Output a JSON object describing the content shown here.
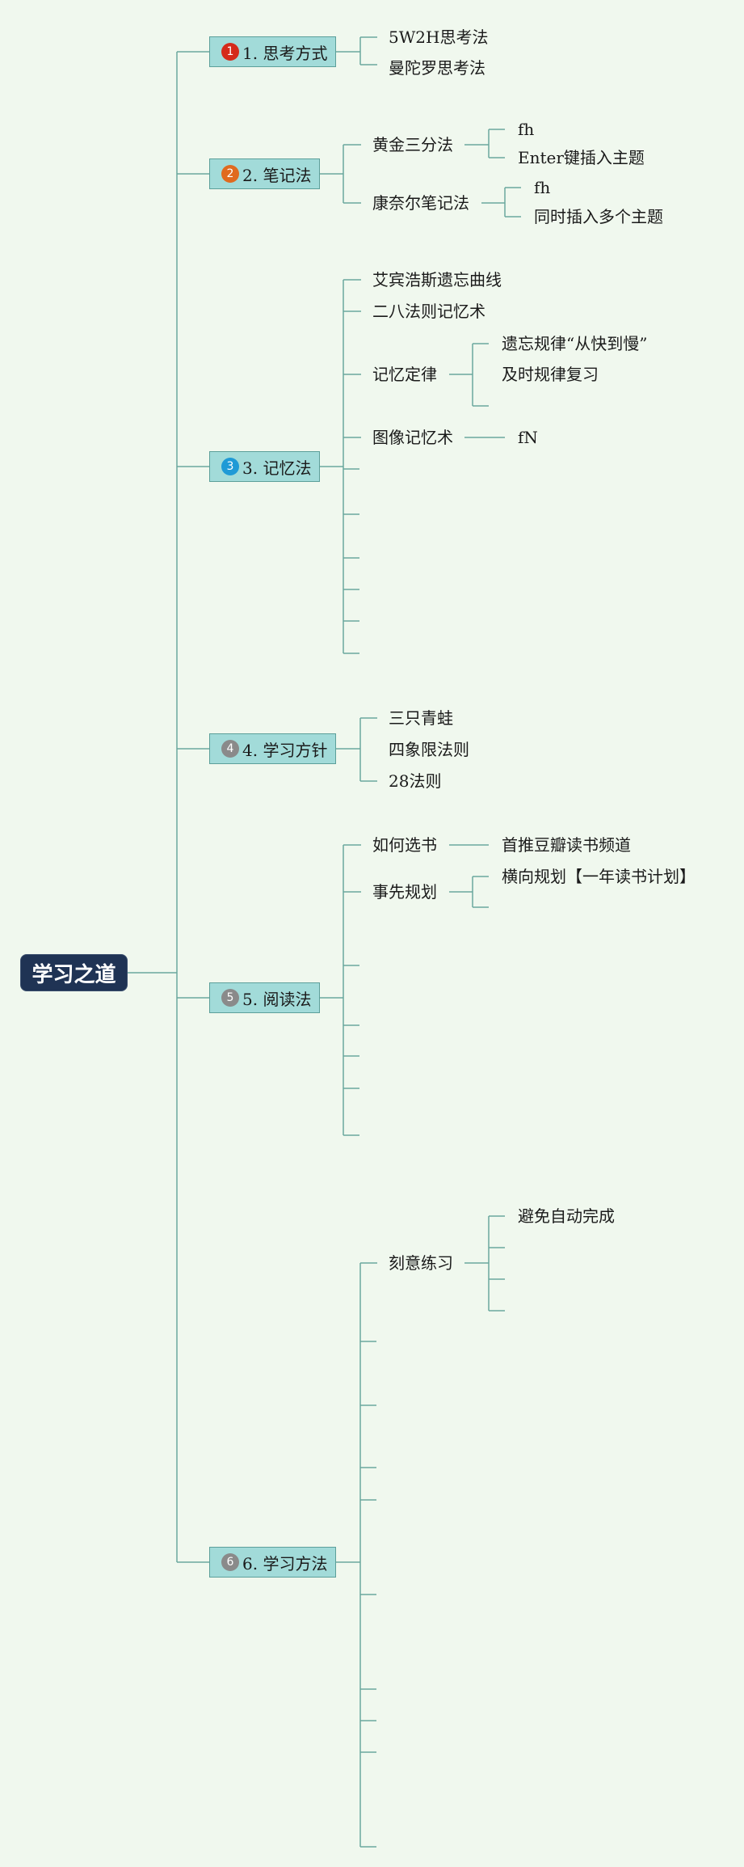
{
  "root": {
    "label": "学习之道"
  },
  "branches": [
    {
      "label": "1. 思考方式",
      "badge": "1",
      "badge_color": "#d52a1a"
    },
    {
      "label": "2. 笔记法",
      "badge": "2",
      "badge_color": "#e06a1f"
    },
    {
      "label": "3. 记忆法",
      "badge": "3",
      "badge_color": "#1f9ad6"
    },
    {
      "label": "4. 学习方针",
      "badge": "4",
      "badge_color": "#8a8a8a"
    },
    {
      "label": "5. 阅读法",
      "badge": "5",
      "badge_color": "#8a8a8a"
    },
    {
      "label": "6. 学习方法",
      "badge": "6",
      "badge_color": "#8a8a8a"
    }
  ],
  "topics": {
    "b1": [
      "5W2H思考法",
      "曼陀罗思考法"
    ],
    "b2": [
      "黄金三分法",
      "康奈尔笔记法"
    ],
    "b2_sub1": [
      "fh",
      "Enter键插入主题"
    ],
    "b2_sub2": [
      "fh",
      "同时插入多个主题"
    ],
    "b3": [
      "艾宾浩斯遗忘曲线",
      "二八法则记忆术",
      "记忆定律",
      "图像记忆术"
    ],
    "b3_sub_law": [
      "遗忘规律“从快到慢”",
      "及时规律复习"
    ],
    "b3_sub_image": [
      "fN"
    ],
    "b4": [
      "三只青蛙",
      "四象限法则",
      "28法则"
    ],
    "b5": [
      "如何选书",
      "事先规划"
    ],
    "b5_sub_select": [
      "首推豆瓣读书频道"
    ],
    "b5_sub_plan": [
      "横向规划【一年读书计划】"
    ],
    "b6": [
      "刻意练习"
    ],
    "b6_sub": [
      "避免自动完成"
    ]
  },
  "colors": {
    "background": "#f0f8ee",
    "connector": "#6aa79d",
    "branch_fill": "#a2dbd9",
    "root_fill": "#1f3354"
  }
}
